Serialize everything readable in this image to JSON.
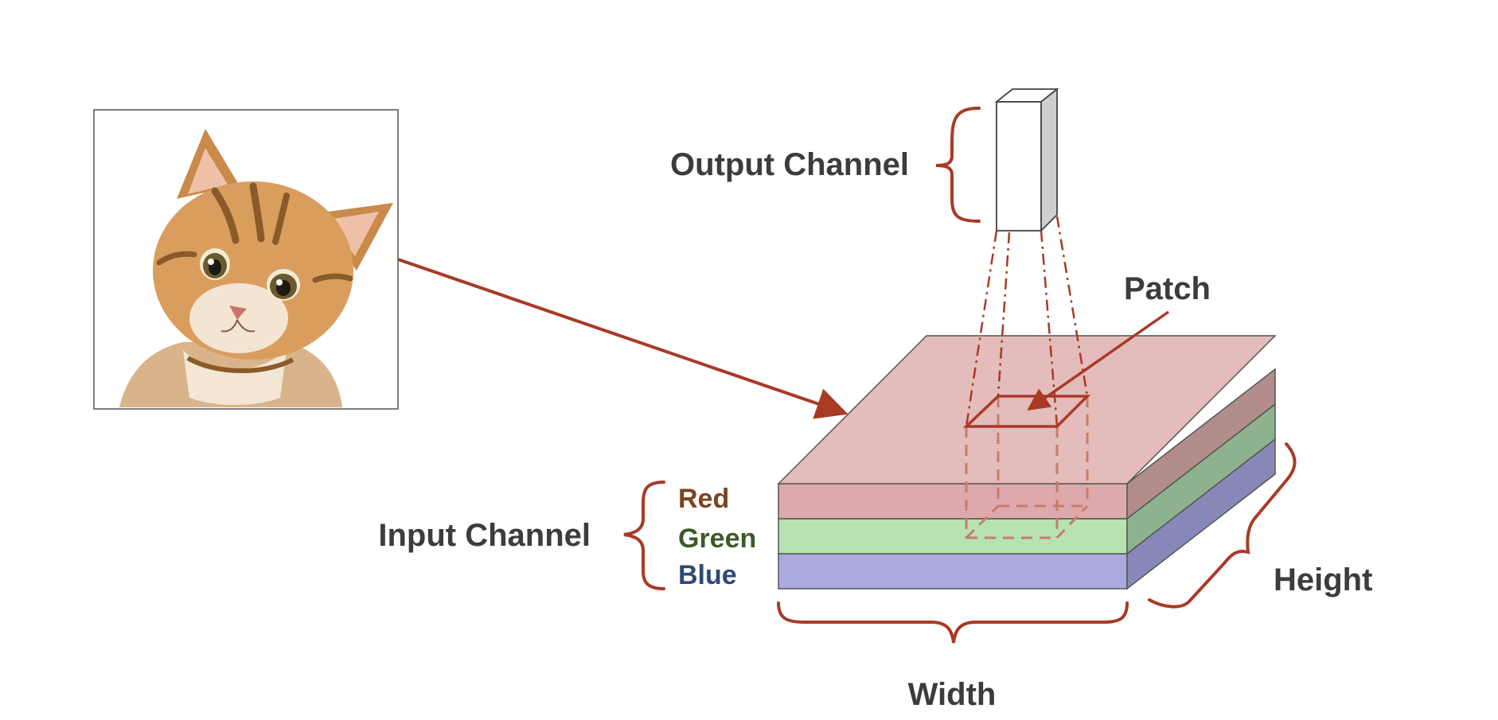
{
  "labels": {
    "output_channel": "Output Channel",
    "patch": "Patch",
    "input_channel": "Input Channel",
    "red": "Red",
    "green": "Green",
    "blue": "Blue",
    "height": "Height",
    "width": "Width"
  },
  "colors": {
    "accent": "#a83a26",
    "label_text": "#3c3c3c",
    "red_text": "#7a4420",
    "green_text": "#3d5a2a",
    "blue_text": "#2f4a72",
    "red_layer_front": "#dea9ad",
    "red_layer_top": "#e3bcbb",
    "red_layer_side": "#b18e8b",
    "green_layer_front": "#b7e2b2",
    "green_layer_side": "#8eb28e",
    "blue_layer_front": "#aaaadf",
    "blue_layer_side": "#8888b8"
  },
  "icons": {
    "image": "kitten-photo-icon"
  }
}
